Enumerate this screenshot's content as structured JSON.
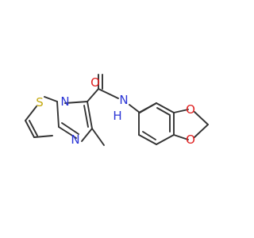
{
  "molecule": {
    "atoms": {
      "S": {
        "symbol": "S",
        "color": "#c4a90f"
      },
      "N_bridge": {
        "symbol": "N",
        "color": "#2b35d6"
      },
      "N_ring": {
        "symbol": "N",
        "color": "#2b35d6"
      },
      "O_carbonyl": {
        "symbol": "O",
        "color": "#e02020"
      },
      "N_amide": {
        "symbol": "N",
        "color": "#2b35d6"
      },
      "H_amide": {
        "symbol": "H",
        "color": "#2b35d6"
      },
      "O_dioxole_top": {
        "symbol": "O",
        "color": "#e02020"
      },
      "O_dioxole_bottom": {
        "symbol": "O",
        "color": "#e02020"
      }
    },
    "bond_color": "#333333"
  }
}
